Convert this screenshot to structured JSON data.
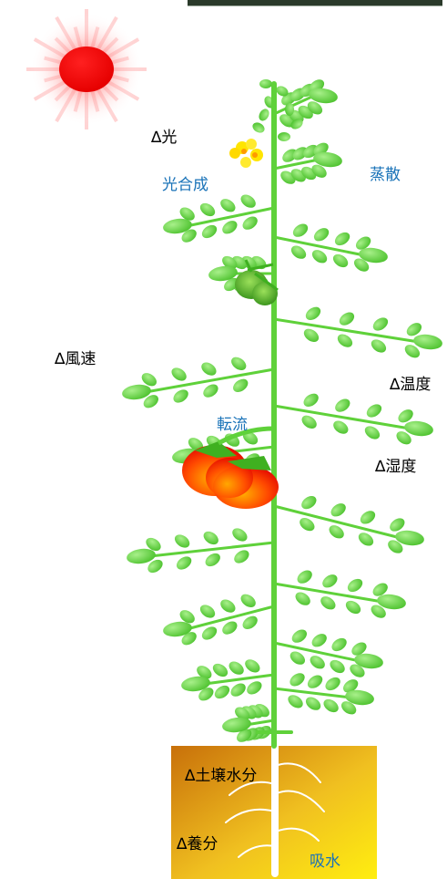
{
  "labels": {
    "light": "∆光",
    "photosynthesis": "光合成",
    "transpiration": "蒸散",
    "wind_speed": "∆風速",
    "temperature": "∆温度",
    "translocation": "転流",
    "humidity": "∆湿度",
    "soil_moisture": "∆土壌水分",
    "nutrients": "∆養分",
    "water_uptake": "吸水"
  },
  "colors": {
    "stem": "#5fd13a",
    "leaf": "#5fd13a",
    "leaf_highlight": "#a8f08a",
    "sun": "#ff0000",
    "flower": "#ffe500",
    "tomato_ripe": "#ff2a00",
    "tomato_unripe": "#3c9a1e",
    "soil_dark": "#c8700a",
    "soil_light": "#ffe500",
    "root": "#ffffff",
    "label_blue": "#1a73b8",
    "label_black": "#000000"
  }
}
